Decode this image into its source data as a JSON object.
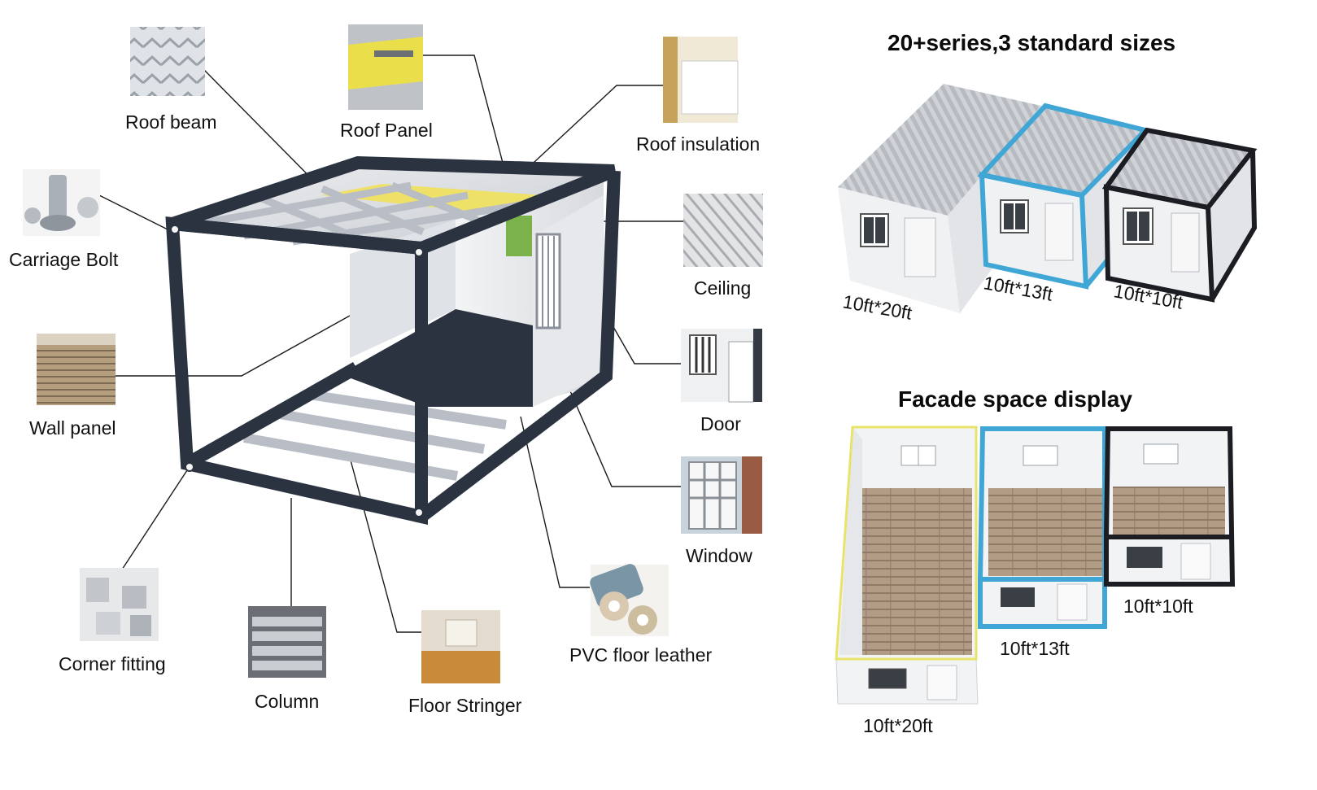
{
  "components": {
    "roof_beam": "Roof beam",
    "roof_panel": "Roof Panel",
    "roof_insulation": "Roof insulation",
    "carriage_bolt": "Carriage Bolt",
    "ceiling": "Ceiling",
    "wall_panel": "Wall panel",
    "door": "Door",
    "window": "Window",
    "corner_fitting": "Corner fitting",
    "column": "Column",
    "floor_stringer": "Floor Stringer",
    "pvc_floor_leather": "PVC floor leather"
  },
  "series": {
    "title": "20+series,3 standard sizes",
    "sizes": [
      "10ft*20ft",
      "10ft*13ft",
      "10ft*10ft"
    ]
  },
  "facade": {
    "title": "Facade space display",
    "sizes": [
      "10ft*20ft",
      "10ft*13ft",
      "10ft*10ft"
    ]
  },
  "colors": {
    "frame": "#2b3340",
    "blue_frame": "#3fa6d6",
    "black_frame": "#1b1d22",
    "roof_yellow": "#f1e15a",
    "wood_floor": "#b09a83"
  }
}
